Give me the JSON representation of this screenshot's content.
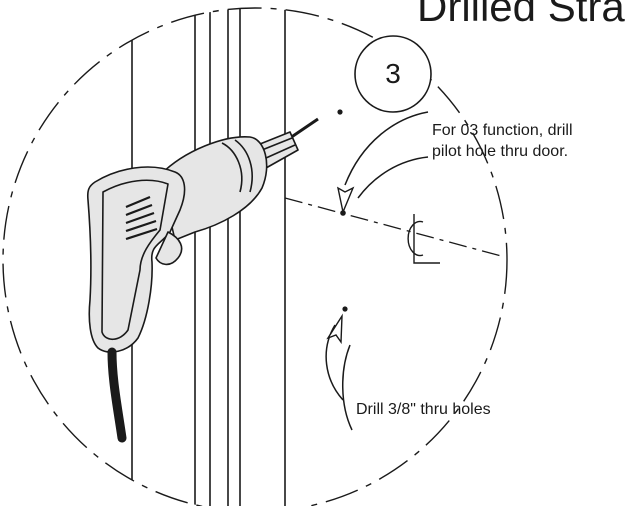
{
  "title": "Drilled Stra",
  "step": {
    "number": "3"
  },
  "callouts": {
    "pilot_hole": {
      "line1": "For 03 function, drill",
      "line2": "pilot hole thru door."
    },
    "thru_holes": {
      "text": "Drill 3/8\" thru holes"
    }
  },
  "colors": {
    "ink": "#1a1a1a",
    "drill_body": "#e6e6e6"
  }
}
